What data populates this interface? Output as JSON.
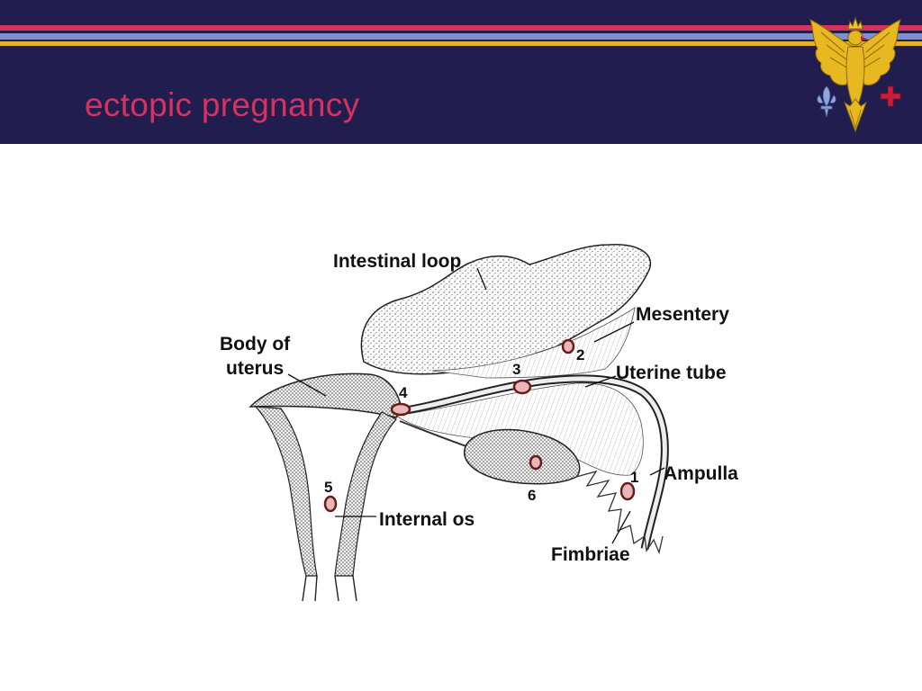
{
  "slide": {
    "title": "ectopic pregnancy"
  },
  "colors": {
    "header_bg": "#221d4f",
    "title": "#d6325e",
    "stripe_red": "#d6325e",
    "stripe_blue": "#7d8fd0",
    "stripe_gold": "#e2b12a",
    "crest_gold": "#e8b820",
    "crest_blue": "#8fa6d6",
    "crest_red": "#c8203a"
  },
  "diagram": {
    "labels": {
      "intestinal_loop": "Intestinal loop",
      "mesentery": "Mesentery",
      "body_of_uterus_1": "Body of",
      "body_of_uterus_2": "uterus",
      "uterine_tube": "Uterine tube",
      "ampulla": "Ampulla",
      "internal_os": "Internal os",
      "fimbriae": "Fimbriae"
    },
    "sites": [
      "1",
      "2",
      "3",
      "4",
      "5",
      "6"
    ]
  },
  "icons": {
    "crest": "double-headed-eagle-crest-icon"
  }
}
